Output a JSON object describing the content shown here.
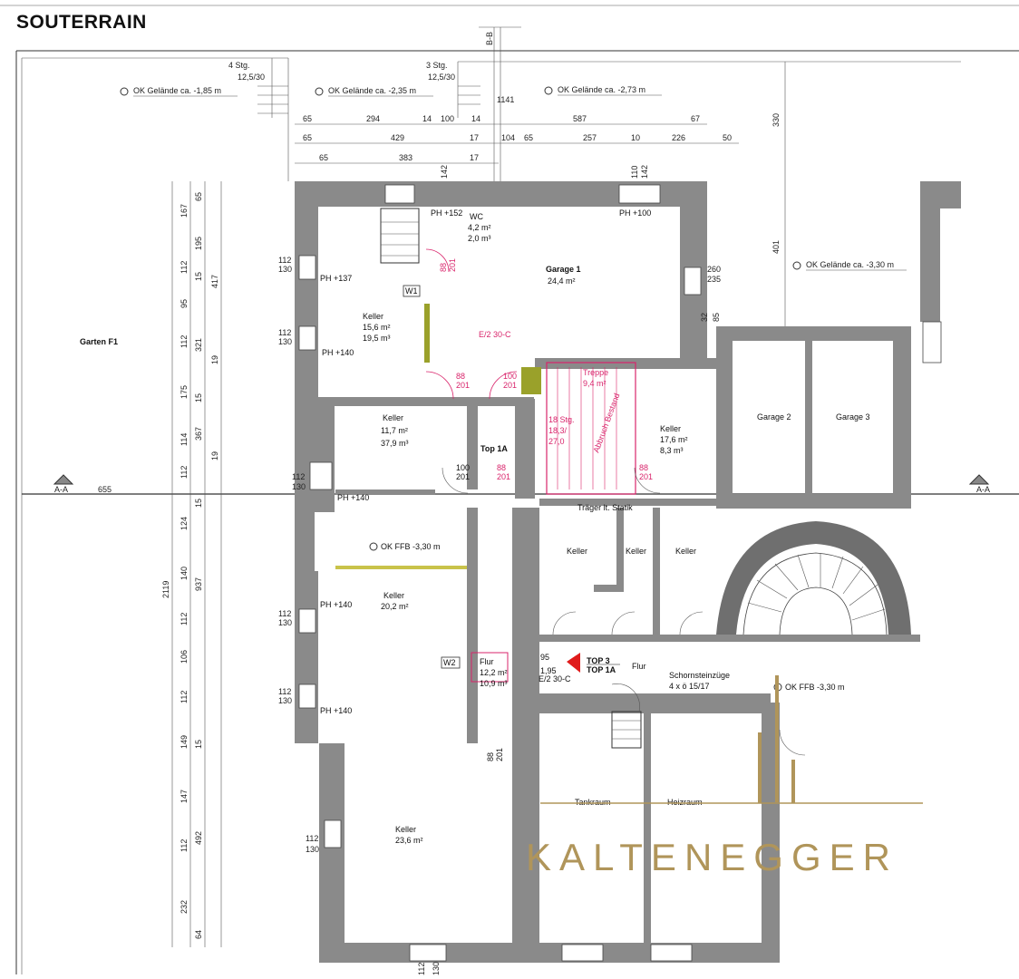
{
  "title": "SOUTERRAIN",
  "watermark": {
    "text": "KALTENEGGER",
    "color": "#b0955a"
  },
  "colors": {
    "wall": "#8a8a8a",
    "pink": "#d9246b",
    "highlight": "#f4f06a",
    "green": "#9aa12a"
  },
  "stairs_top": {
    "left": "4 Stg.\n12,5/30",
    "right": "3 Stg.\n12,5/30"
  },
  "ground_levels": [
    "OK Gelände ca. -1,85 m",
    "OK Gelände ca. -2,35 m",
    "OK Gelände ca. -2,73 m",
    "OK Gelände ca. -3,30 m"
  ],
  "floor_levels": [
    "OK FFB -3,30 m",
    "OK FFB -3,30 m"
  ],
  "section": {
    "left": "A-A",
    "right": "A-A",
    "grid": "B-B",
    "dist": "655"
  },
  "dims_row1": [
    "65",
    "294",
    "14",
    "100",
    "14",
    "587",
    "67"
  ],
  "dims_row2": [
    "65",
    "429",
    "17",
    "104",
    "65",
    "257",
    "10",
    "226",
    "50"
  ],
  "dims_row3": [
    "65",
    "383",
    "17"
  ],
  "dims_top_small": [
    "1141",
    "142",
    "110",
    "142"
  ],
  "dims_left1": [
    "167",
    "112",
    "95",
    "112",
    "175",
    "114",
    "112",
    "124",
    "140",
    "112",
    "106",
    "112",
    "149",
    "147",
    "112",
    "232"
  ],
  "dims_left2": [
    "65",
    "195",
    "15",
    "321",
    "15",
    "367",
    "15",
    "937",
    "15",
    "492",
    "64"
  ],
  "dims_left3": [
    "417",
    "19",
    "19"
  ],
  "dims_total": "2119",
  "dims_right": [
    "330",
    "401"
  ],
  "garden": "Garten F1",
  "rooms": {
    "keller1": {
      "name": "Keller",
      "a": "15,6 m²",
      "b": "19,5 m³"
    },
    "keller2": {
      "name": "Keller",
      "a": "11,7 m²",
      "b": "37,9 m³"
    },
    "keller3": {
      "name": "Keller",
      "a": "20,2 m²"
    },
    "keller4": {
      "name": "Keller",
      "a": "23,6 m²"
    },
    "keller5": {
      "name": "Keller",
      "a": "17,6 m²",
      "b": "8,3 m³"
    },
    "wc": {
      "name": "WC",
      "a": "4,2 m²",
      "b": "2,0 m³"
    },
    "garage1": {
      "name": "Garage 1",
      "a": "24,4 m²"
    },
    "garage2": "Garage 2",
    "garage3": "Garage 3",
    "flur": {
      "name": "Flur",
      "a": "12,2 m²",
      "b": "10,9 m³"
    },
    "treppe": {
      "name": "Treppe",
      "a": "9,4 m²"
    },
    "keller_small": [
      "Keller",
      "Keller",
      "Keller"
    ],
    "tankraum": "Tankraum",
    "heizraum": "Heizraum"
  },
  "ph_labels": [
    "PH +137",
    "PH +140",
    "PH +140",
    "PH +140",
    "PH +140",
    "PH +152",
    "PH +100"
  ],
  "tags": {
    "w1": "W1",
    "w2": "W2",
    "top1a": "Top 1A",
    "top3": "TOP 3",
    "top1a_b": "TOP 1A",
    "flur2": "Flur",
    "ec1": "E/2 30-C",
    "ec2": "E/2 30-C"
  },
  "stair_info": {
    "a": "18 Stg.",
    "b": "18,3/",
    "c": "27,0",
    "rot": "Abbruch Bestand"
  },
  "traeger": "Träger lt. Statik",
  "chimney": {
    "a": "Schornsteinzüge",
    "b": "4 x ö 15/17"
  },
  "door_dims": [
    "88",
    "201",
    "88",
    "201",
    "100",
    "201",
    "100",
    "201",
    "88",
    "201",
    "88",
    "201",
    "88",
    "201"
  ],
  "win_dims": [
    "112",
    "130",
    "112",
    "130",
    "112",
    "130",
    "112",
    "130",
    "112",
    "130",
    "112",
    "130",
    "112",
    "130"
  ],
  "misc_dims": [
    "260",
    "235",
    "32",
    "85",
    "95",
    "1,95"
  ]
}
